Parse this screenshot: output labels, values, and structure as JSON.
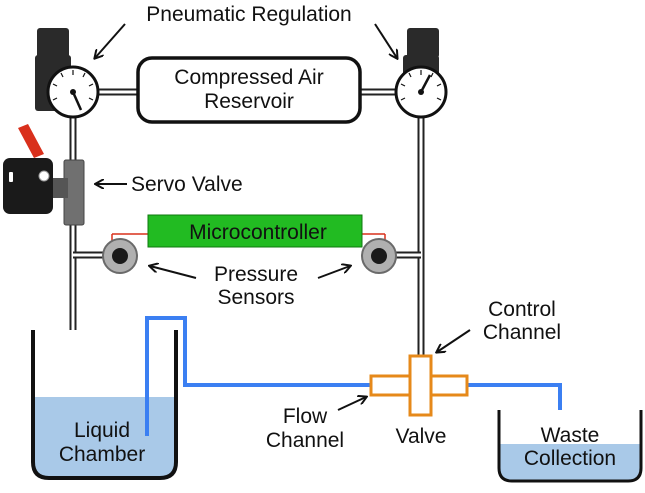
{
  "labels": {
    "pneumatic_regulation": "Pneumatic Regulation",
    "reservoir_line1": "Compressed Air",
    "reservoir_line2": "Reservoir",
    "servo_valve": "Servo Valve",
    "microcontroller": "Microcontroller",
    "pressure_sensors_line1": "Pressure",
    "pressure_sensors_line2": "Sensors",
    "control_channel_line1": "Control",
    "control_channel_line2": "Channel",
    "flow_channel_line1": "Flow",
    "flow_channel_line2": "Channel",
    "valve": "Valve",
    "liquid_chamber_line1": "Liquid",
    "liquid_chamber_line2": "Chamber",
    "waste_line1": "Waste",
    "waste_line2": "Collection"
  },
  "colors": {
    "microcontroller_fill": "#22bb22",
    "liquid_fill": "#a9c9e8",
    "flow_line": "#3b7ff2",
    "valve_orange": "#e6891a",
    "regulator_dark": "#2a2a2a",
    "servo_knob": "#d9301c",
    "sensor_grey": "#b0b0b0"
  }
}
